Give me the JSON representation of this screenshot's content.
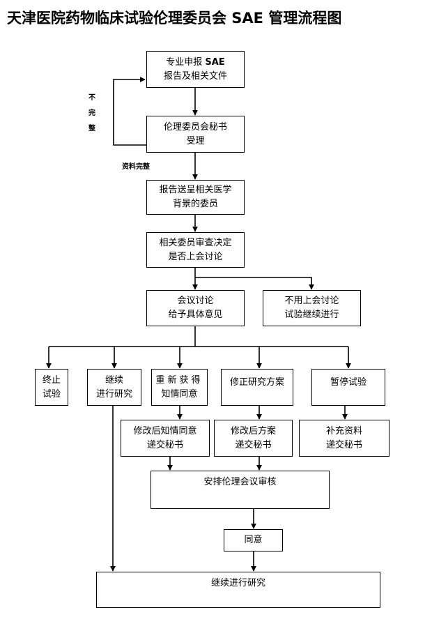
{
  "title": "天津医院药物临床试验伦理委员会 SAE 管理流程图",
  "nodes": {
    "report": {
      "line1": "专业申报 ",
      "line1_bold": "SAE",
      "line2": "报告及相关文件"
    },
    "secretary": {
      "line1": "伦理委员会秘书",
      "line2": "受理"
    },
    "send": {
      "line1": "报告送呈相关医学",
      "line2": "背景的委员"
    },
    "review": {
      "line1": "相关委员审查决定",
      "line2": "是否上会讨论"
    },
    "discuss": {
      "line1": "会议讨论",
      "line2": "给予具体意见"
    },
    "no_meeting": {
      "line1": "不用上会讨论",
      "line2": "试验继续进行"
    },
    "terminate": {
      "line1": "终止",
      "line2": "试验"
    },
    "continue": {
      "line1": "继续",
      "line2": "进行研究"
    },
    "reconsent": {
      "line1": "重新获得",
      "line2": "知情同意"
    },
    "amend": {
      "line1": "修正研究方案"
    },
    "suspend": {
      "line1": "暂停试验"
    },
    "submit_consent": {
      "line1": "修改后知情同意",
      "line2": "递交秘书"
    },
    "submit_protocol": {
      "line1": "修改后方案",
      "line2": "递交秘书"
    },
    "supplement": {
      "line1": "补充资料",
      "line2": "递交秘书"
    },
    "arrange": {
      "line1": "安排伦理会议审核"
    },
    "agree": {
      "line1": "同意"
    },
    "final": {
      "line1": "继续进行研究"
    }
  },
  "notes": {
    "incomplete": [
      "不",
      "完",
      "整"
    ],
    "complete": "资料完整"
  }
}
